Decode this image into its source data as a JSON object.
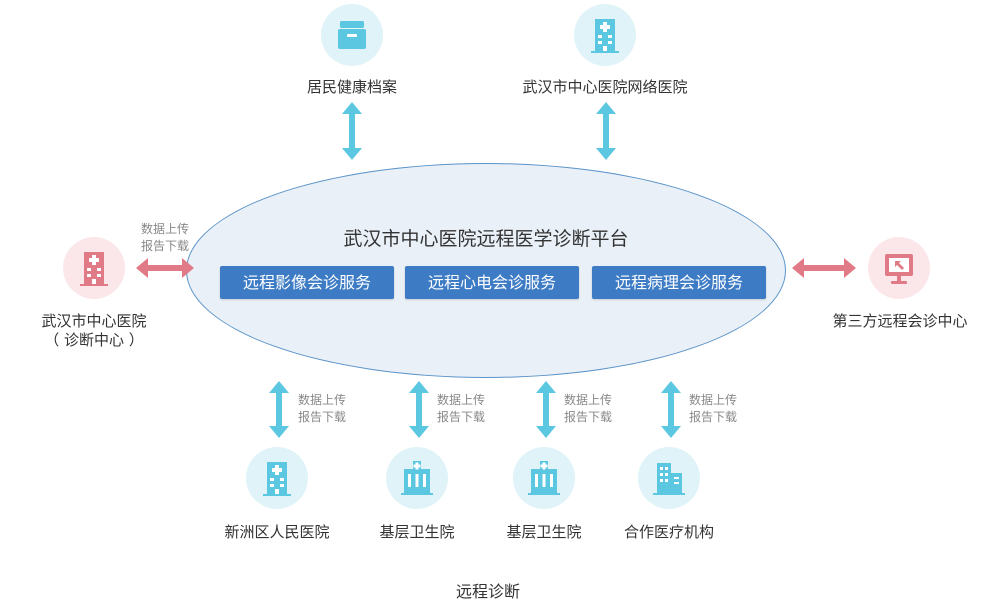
{
  "colors": {
    "teal": "#5bc7e0",
    "teal_bg": "#dff3f8",
    "pink": "#e07a86",
    "pink_bg": "#fbe7ea",
    "service_blue": "#3d7cc5"
  },
  "top_nodes": [
    {
      "label": "居民健康档案",
      "icon": "archive-box-icon"
    },
    {
      "label": "武汉市中心医院网络医院",
      "icon": "hospital-building-icon"
    }
  ],
  "platform": {
    "title": "武汉市中心医院远程医学诊断平台",
    "services": [
      "远程影像会诊服务",
      "远程心电会诊服务",
      "远程病理会诊服务"
    ]
  },
  "left_node": {
    "label_line1": "武汉市中心医院",
    "label_line2": "（ 诊断中心 ）",
    "icon": "hospital-building-icon"
  },
  "right_node": {
    "label": "第三方远程会诊中心",
    "icon": "monitor-icon"
  },
  "exchange": {
    "upload": "数据上传",
    "download": "报告下载"
  },
  "bottom_nodes": [
    {
      "label": "新洲区人民医院",
      "icon": "hospital-building-icon"
    },
    {
      "label": "基层卫生院",
      "icon": "clinic-icon"
    },
    {
      "label": "基层卫生院",
      "icon": "clinic-icon"
    },
    {
      "label": "合作医疗机构",
      "icon": "office-building-icon"
    }
  ],
  "caption": "远程诊断"
}
